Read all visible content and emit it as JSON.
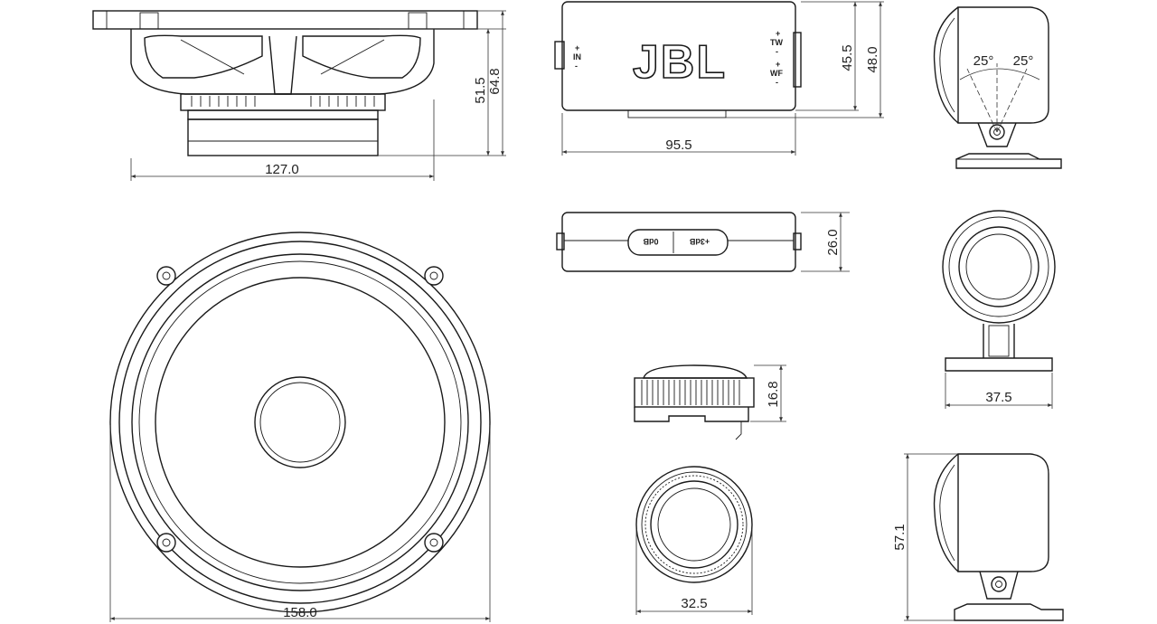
{
  "dimensions": {
    "woofer_depth": "127.0",
    "woofer_height_inner": "51.5",
    "woofer_height_outer": "64.8",
    "woofer_diameter": "158.0",
    "crossover_length": "95.5",
    "crossover_height_inner": "45.5",
    "crossover_height_outer": "48.0",
    "crossover_depth": "26.0",
    "tweeter_height": "16.8",
    "tweeter_diameter": "32.5",
    "mount_width": "37.5",
    "mount_height": "57.1",
    "angle_left": "25°",
    "angle_right": "25°"
  },
  "crossover": {
    "brand": "JBL",
    "in_label": "IN",
    "tw_label": "TW",
    "wf_label": "WF",
    "plus": "+",
    "minus": "-",
    "switch_0db": "0dB",
    "switch_3db": "+3dB"
  }
}
